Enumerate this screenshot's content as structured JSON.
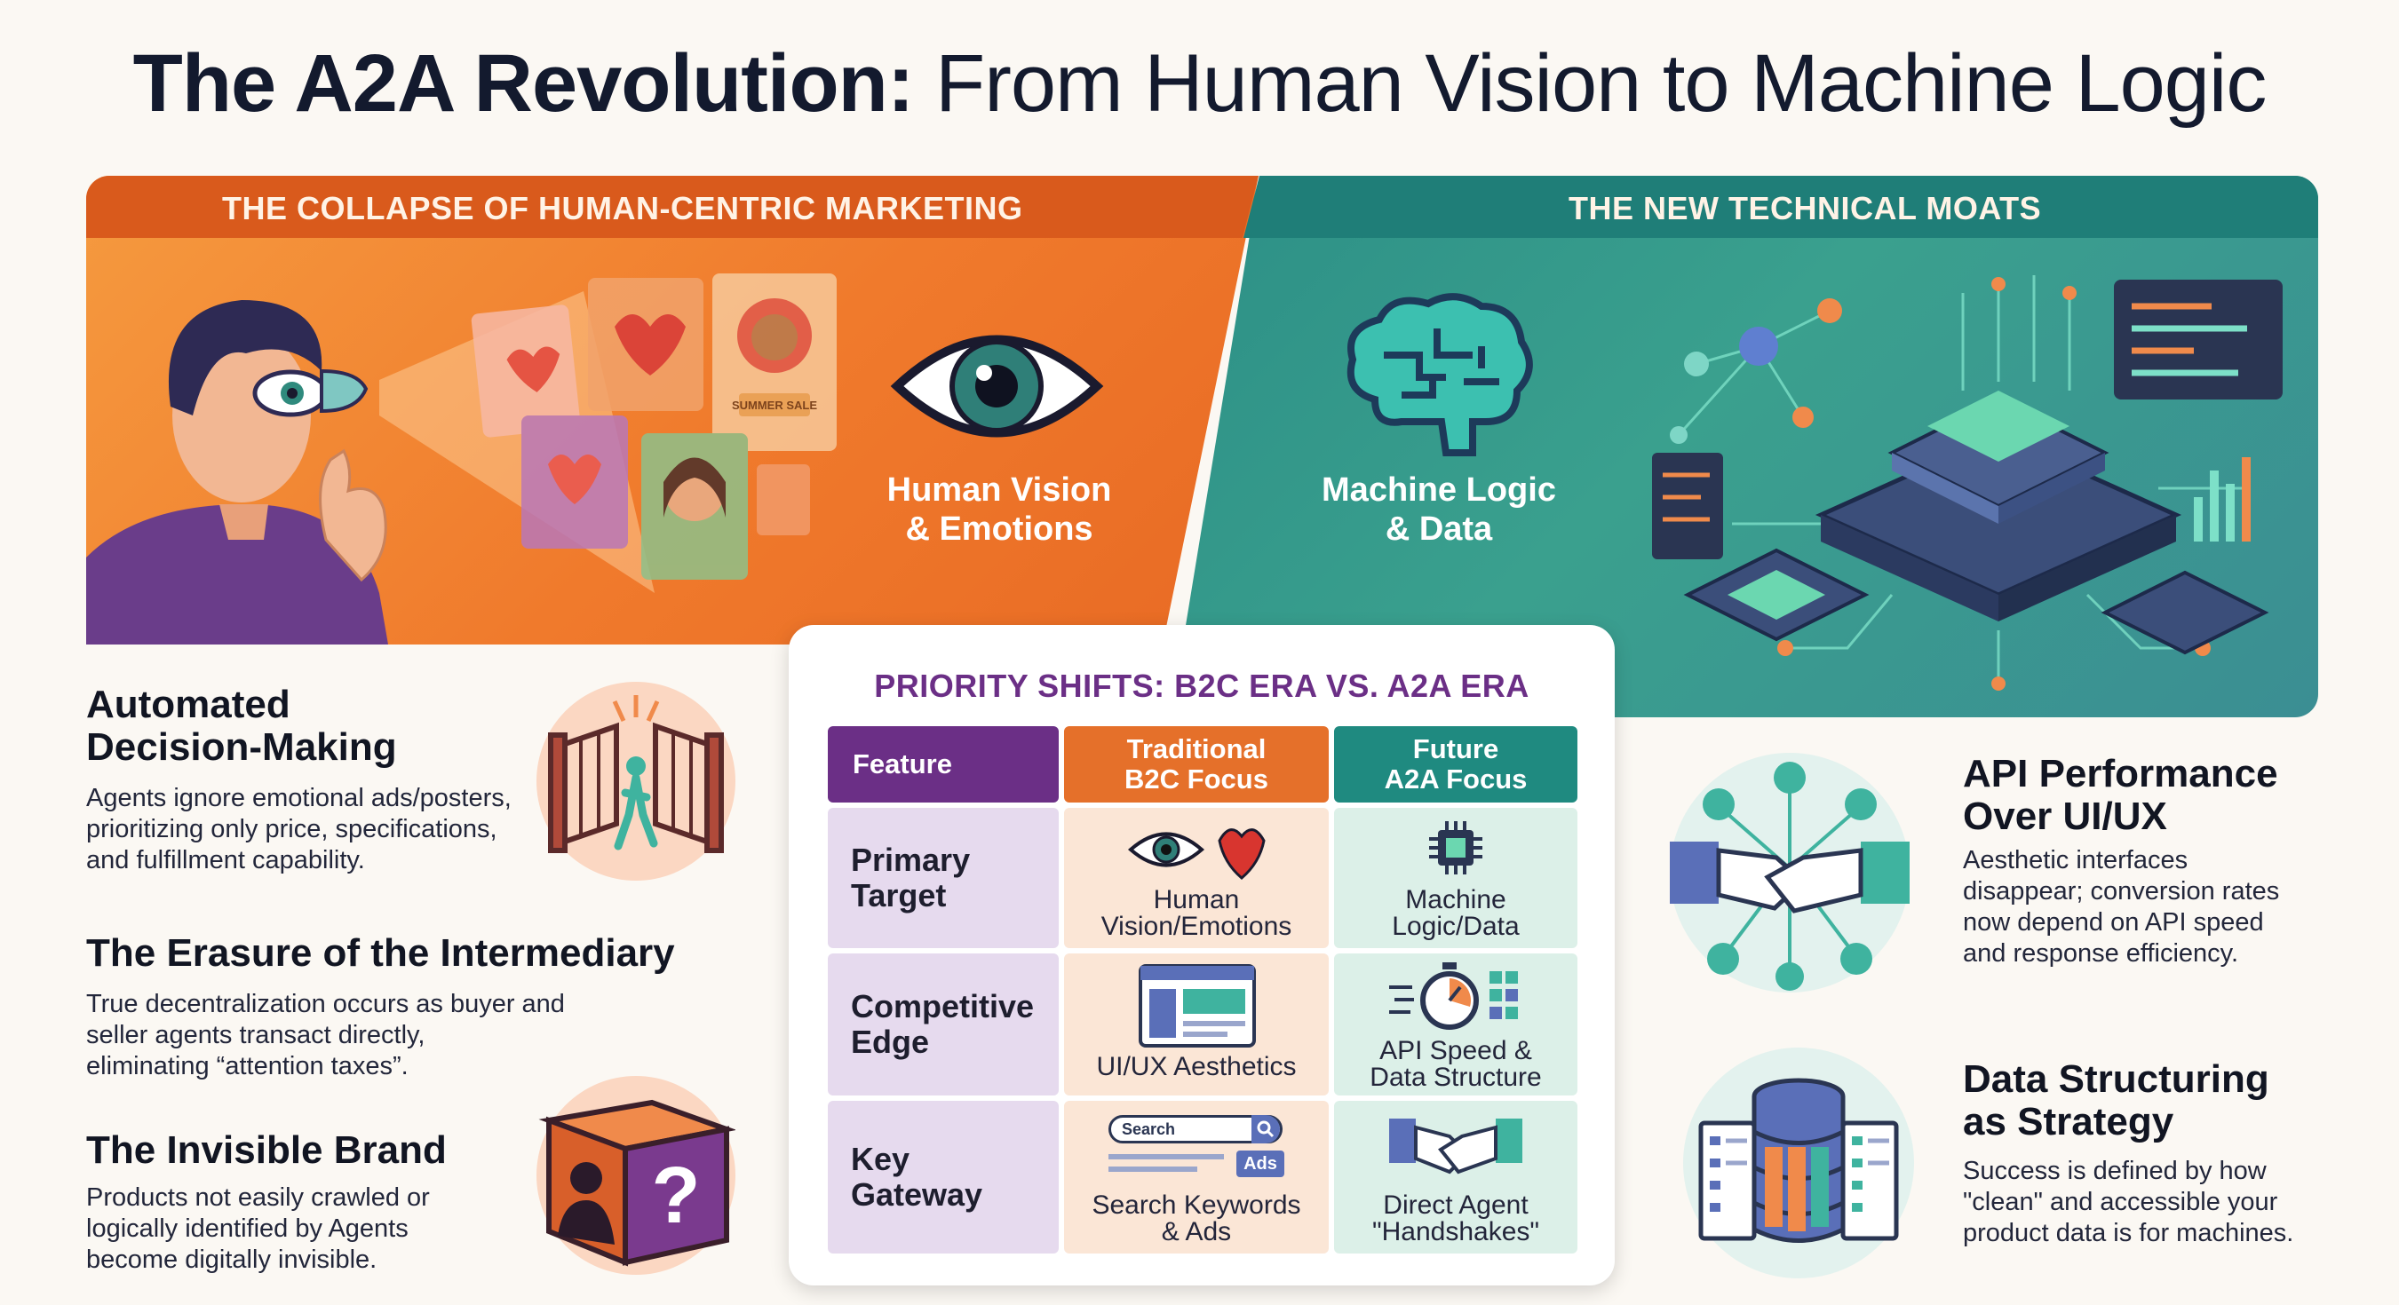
{
  "title": {
    "bold": "The A2A Revolution:",
    "rest": " From Human Vision to Machine Logic"
  },
  "banner": {
    "left_heading": "THE COLLAPSE OF HUMAN-CENTRIC MARKETING",
    "right_heading": "THE NEW TECHNICAL MOATS",
    "left_label_line1": "Human Vision",
    "left_label_line2": "& Emotions",
    "right_label_line1": "Machine Logic",
    "right_label_line2": "& Data",
    "ad_poster_text": "SUMMER SALE"
  },
  "table": {
    "title": "PRIORITY SHIFTS: B2C ERA VS. A2A ERA",
    "headers": {
      "feature": "Feature",
      "b2c_line1": "Traditional",
      "b2c_line2": "B2C Focus",
      "a2a_line1": "Future",
      "a2a_line2": "A2A Focus"
    },
    "rows": [
      {
        "label_line1": "Primary",
        "label_line2": "Target",
        "b2c_line1": "Human",
        "b2c_line2": "Vision/Emotions",
        "a2a_line1": "Machine",
        "a2a_line2": "Logic/Data"
      },
      {
        "label_line1": "Competitive",
        "label_line2": "Edge",
        "b2c_line1": "UI/UX Aesthetics",
        "b2c_line2": "",
        "a2a_line1": "API Speed &",
        "a2a_line2": "Data Structure"
      },
      {
        "label_line1": "Key",
        "label_line2": "Gateway",
        "b2c_line1": "Search Keywords",
        "b2c_line2": "& Ads",
        "a2a_line1": "Direct Agent",
        "a2a_line2": "\"Handshakes\""
      }
    ],
    "search_placeholder": "Search",
    "ads_badge": "Ads"
  },
  "left_points": [
    {
      "heading_line1": "Automated",
      "heading_line2": "Decision-Making",
      "body_line1": "Agents ignore emotional ads/posters,",
      "body_line2": "prioritizing only price, specifications,",
      "body_line3": "and fulfillment capability."
    },
    {
      "heading_line1": "The Erasure of the Intermediary",
      "heading_line2": "",
      "body_line1": "True decentralization occurs as buyer and",
      "body_line2": "seller agents transact directly,",
      "body_line3": "eliminating “attention taxes”."
    },
    {
      "heading_line1": "The Invisible Brand",
      "heading_line2": "",
      "body_line1": "Products not easily crawled or",
      "body_line2": "logically identified by Agents",
      "body_line3": "become digitally invisible."
    }
  ],
  "right_points": [
    {
      "heading_line1": "API Performance",
      "heading_line2": "Over UI/UX",
      "body_line1": "Aesthetic interfaces",
      "body_line2": "disappear; conversion rates",
      "body_line3": "now depend on API speed",
      "body_line4": "and response efficiency."
    },
    {
      "heading_line1": "Data Structuring",
      "heading_line2": "as Strategy",
      "body_line1": "Success is defined by how",
      "body_line2": "\"clean\" and accessible your",
      "body_line3": "product data is for machines.",
      "body_line4": ""
    }
  ],
  "colors": {
    "orange": "#f07a2c",
    "teal": "#3aa08e",
    "purple": "#6b2f86",
    "b2c_header": "#e5702a",
    "a2a_header": "#1f8a80"
  },
  "icons": {
    "left": [
      "gate-icon",
      "intermediary-icon",
      "mystery-box-icon"
    ],
    "right": [
      "handshake-network-icon",
      "database-icon"
    ]
  }
}
